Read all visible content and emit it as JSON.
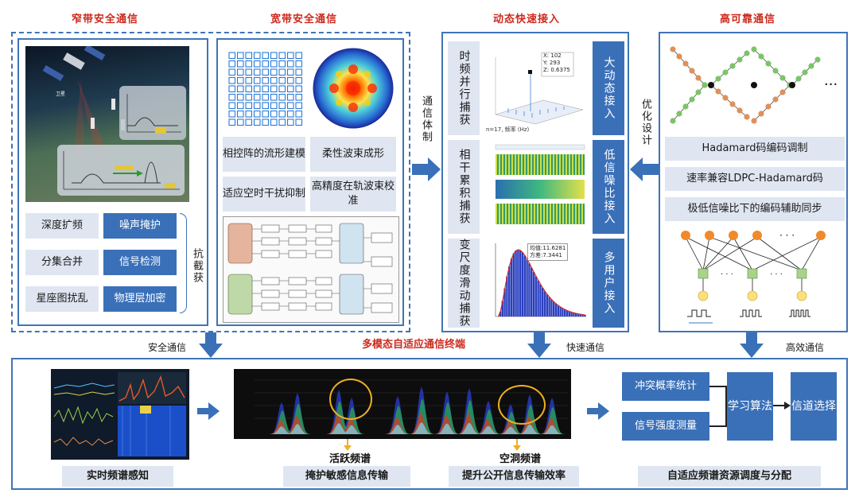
{
  "titles": {
    "narrowband": "窄带安全通信",
    "broadband": "宽带安全通信",
    "dynamic": "动态快速接入",
    "reliable": "高可靠通信",
    "terminal": "多模态自适应通信终端"
  },
  "narrowband": {
    "pairs": [
      {
        "left": "深度扩频",
        "right": "噪声掩护"
      },
      {
        "left": "分集合并",
        "right": "信号检测"
      },
      {
        "left": "星座图扰乱",
        "right": "物理层加密"
      }
    ],
    "anti_capture": "抗截获"
  },
  "broadband": {
    "items": [
      "相控阵的流形建模",
      "柔性波束成形",
      "适应空时干扰抑制",
      "高精度在轨波束校准"
    ]
  },
  "dynamic": {
    "left_items": [
      "时频并行捕获",
      "相干累积捕获",
      "变尺度滑动捕获"
    ],
    "right_items": [
      "大动态接入",
      "低信噪比接入",
      "多用户接入"
    ],
    "plot1_caption": "n=17, 频率 (Hz)",
    "plot1_tip": "X: 102\nY: 293\nZ: 0.6375",
    "plot3_legend": "均值:11.6281\n方差:7.3441"
  },
  "reliable": {
    "items": [
      "Hadamard码编码调制",
      "速率兼容LDPC-Hadamard码",
      "极低信噪比下的编码辅助同步"
    ],
    "ellipsis": "···"
  },
  "connectors": {
    "comm_system": "通信体制",
    "optimize_design": "优化设计",
    "secure_comm": "安全通信",
    "fast_comm": "快速通信",
    "efficient_comm": "高效通信"
  },
  "terminal": {
    "spectrum_sense": "实时频谱感知",
    "active_spectrum": "活跃频谱",
    "idle_spectrum": "空洞频谱",
    "cover_label": "掩护敏感信息传输",
    "efficiency_label": "提升公开信息传输效率",
    "conflict_stat": "冲突概率统计",
    "signal_strength": "信号强度测量",
    "learning_algo": "学习算法",
    "channel_select": "信道选择",
    "adaptive_label": "自适应频谱资源调度与分配"
  },
  "colors": {
    "accent_blue": "#3a70b8",
    "frame_blue": "#3f74b8",
    "title_red": "#cc2a1d",
    "gray_box": "#dfe6f1"
  }
}
